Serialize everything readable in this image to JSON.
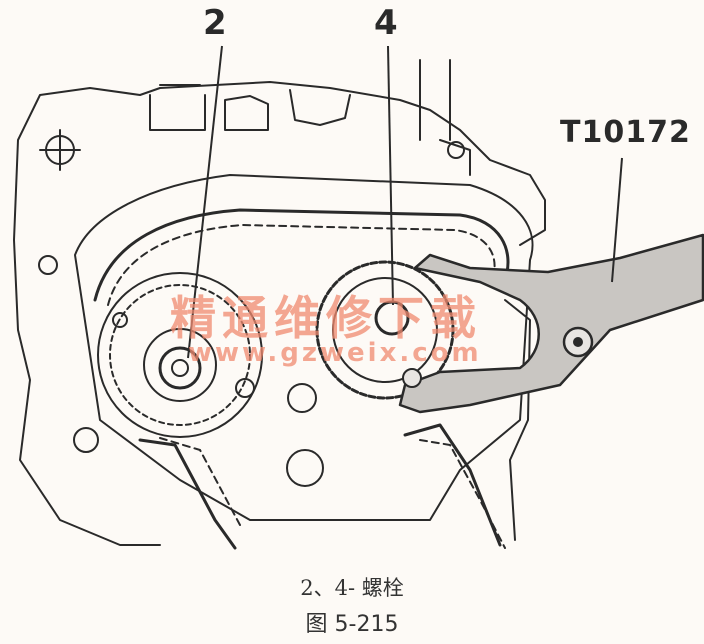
{
  "callouts": {
    "label_2": "2",
    "label_4": "4",
    "tool_label": "T10172"
  },
  "watermark": {
    "line1": "精通维修下载",
    "line2": "www.gzweix.com"
  },
  "caption": {
    "legend": "2、4- 螺栓",
    "figure": "图 5-215"
  },
  "colors": {
    "ink": "#2a2a2a",
    "paper": "#fdfaf6",
    "tool_fill": "#c9c6c2",
    "watermark": "#f08a70"
  }
}
